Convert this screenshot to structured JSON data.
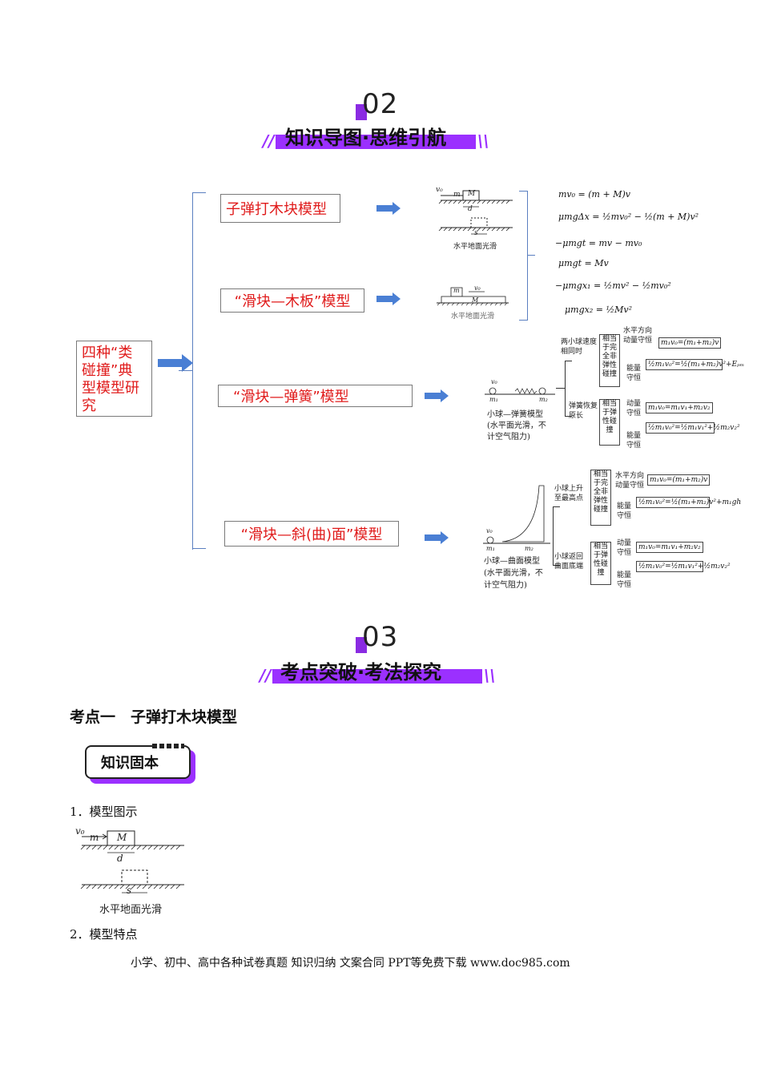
{
  "section2": {
    "number": "02",
    "title": "知识导图·思维引航"
  },
  "section3": {
    "number": "03",
    "title": "考点突破·考法探究"
  },
  "mindmap": {
    "root": "四种“类碰撞”典型模型研究",
    "models": [
      "子弹打木块模型",
      "“滑块—木板”模型",
      "“滑块—弹簧”模型",
      "“滑块—斜(曲)面”模型"
    ],
    "bullet_fig": {
      "v0": "v₀",
      "m": "m",
      "M": "M",
      "d": "d",
      "s": "s",
      "caption": "水平地面光滑"
    },
    "board_fig": {
      "m": "m",
      "v0": "v₀",
      "M": "M",
      "caption": "水平地面光滑"
    },
    "formulas": [
      "mv₀ = (m + M)v",
      "μmgΔx = ½mv₀² − ½(m + M)v²",
      "−μmgt = mv − mv₀",
      "μmgt = Mv",
      "−μmgx₁ = ½mv² − ½mv₀²",
      "μmgx₂ = ½Mv²"
    ],
    "spring": {
      "fig_v0": "v₀",
      "fig_m1": "m₁",
      "fig_m2": "m₂",
      "caption": [
        "小球—弹簧模型",
        "(水平面光滑，不",
        "计空气阻力)"
      ],
      "case1": "两小球速度相同时",
      "case1_type": "相当于完全非弹性碰撞",
      "case2": "弹簧恢复原长",
      "case2_type": "相当于弹性碰撞",
      "mom_label": "水平方向动量守恒",
      "mom_label2": "动量守恒",
      "energy_label": "能量守恒",
      "f1": "m₁v₀=(m₁+m₂)v",
      "f2": "½m₁v₀²=½(m₁+m₂)v²+Eₚₘ",
      "f3": "m₁v₀=m₁v₁+m₂v₂",
      "f4": "½m₁v₀²=½m₁v₁²+½m₂v₂²"
    },
    "curve": {
      "fig_v0": "v₀",
      "fig_m1": "m₁",
      "fig_m2": "m₂",
      "caption": [
        "小球—曲面模型",
        "(水平面光滑，不",
        "计空气阻力)"
      ],
      "case1": "小球上升至最高点",
      "case1_type": "相当于完全非弹性碰撞",
      "case2": "小球返回曲面底端",
      "case2_type": "相当于弹性碰撞",
      "mom_label": "水平方向动量守恒",
      "mom_label2": "动量守恒",
      "energy_label": "能量守恒",
      "f1": "m₁v₀=(m₁+m₂)v",
      "f2": "½m₁v₀²=½(m₁+m₂)v²+m₁gh",
      "f3": "m₁v₀=m₁v₁+m₂v₂",
      "f4": "½m₁v₀²=½m₁v₁²+½m₂v₂²"
    }
  },
  "topic1": "考点一　子弹打木块模型",
  "knowledge_badge": "知识固本",
  "item1": "1．模型图示",
  "fig2": {
    "v0": "v₀",
    "m": "m",
    "M": "M",
    "d": "d",
    "s": "s",
    "caption": "水平地面光滑"
  },
  "item2": "2．模型特点",
  "footer": "小学、初中、高中各种试卷真题  知识归纳  文案合同  PPT等免费下载      www.doc985.com",
  "colors": {
    "accent": "#9b30ff",
    "model_text": "#e01b1b",
    "arrow": "#4a7fd4"
  }
}
